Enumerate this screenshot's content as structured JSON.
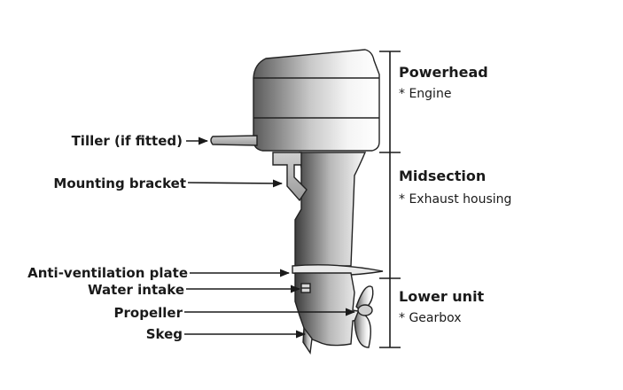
{
  "labels": {
    "tiller": "Tiller (if fitted)",
    "mounting_bracket": "Mounting bracket",
    "anti_ventilation_plate": "Anti-ventilation plate",
    "water_intake": "Water intake",
    "propeller": "Propeller",
    "skeg": "Skeg"
  },
  "sections": [
    {
      "title": "Powerhead",
      "subtitle": "* Engine"
    },
    {
      "title": "Midsection",
      "subtitle": "* Exhaust housing"
    },
    {
      "title": "Lower unit",
      "subtitle": "* Gearbox"
    }
  ]
}
